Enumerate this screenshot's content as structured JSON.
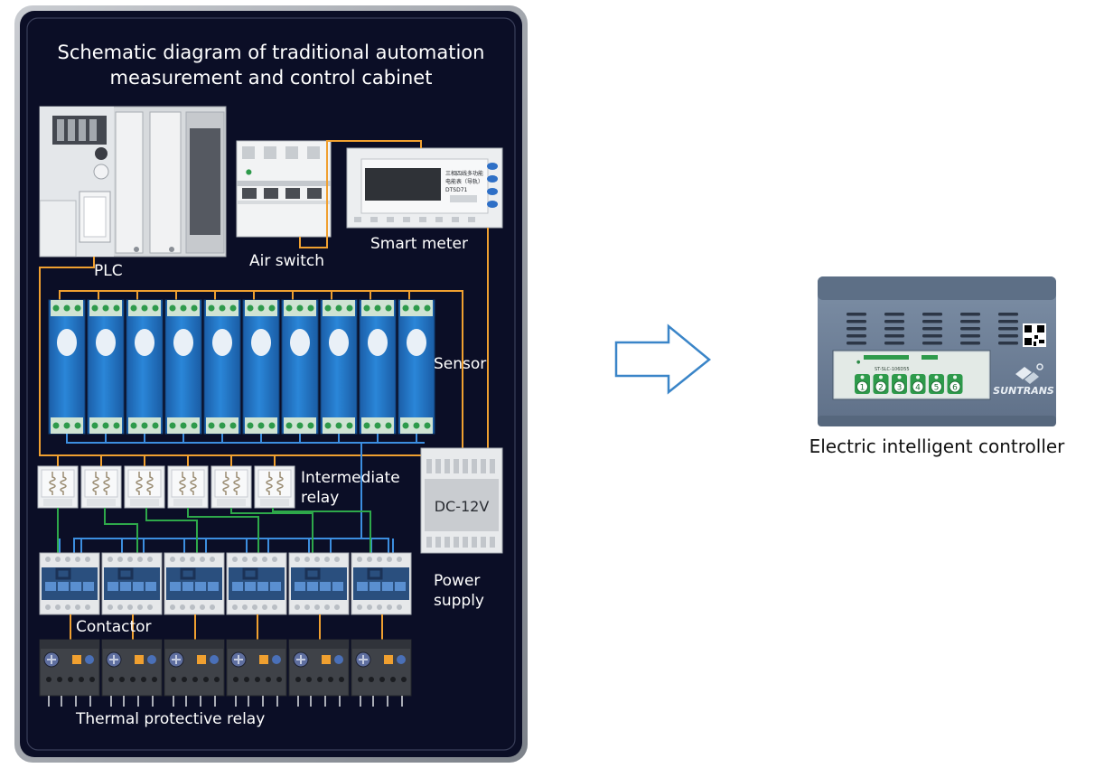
{
  "diagram": {
    "title_line1": "Schematic diagram of traditional automation",
    "title_line2": "measurement and control cabinet",
    "labels": {
      "plc": "PLC",
      "air_switch": "Air switch",
      "smart_meter": "Smart meter",
      "sensor": "Sensor",
      "intermediate_relay_1": "Intermediate",
      "intermediate_relay_2": "relay",
      "power_supply_1": "Power",
      "power_supply_2": "supply",
      "power_supply_voltage": "DC-12V",
      "contactor": "Contactor",
      "thermal_relay": "Thermal protective relay"
    },
    "smart_meter_screen_lines": [
      "三相四线多功能",
      "电能表（导轨）",
      "DTSD71"
    ],
    "controller": {
      "label": "Electric intelligent controller",
      "brand": "SUNTRANS",
      "model": "ST-SLC-106D55",
      "channel_numbers": [
        "1",
        "2",
        "3",
        "4",
        "5",
        "6"
      ]
    },
    "colors": {
      "cabinet_bg": "#0b0e26",
      "cabinet_frame": "#9ea3ab",
      "orange_wire": "#f0a030",
      "blue_wire": "#3c8ee0",
      "green_wire": "#2ea84a",
      "arrow": "#3a85c8",
      "controller_body": "#6c7f96",
      "sensor_blue": "#1f74c4"
    }
  }
}
